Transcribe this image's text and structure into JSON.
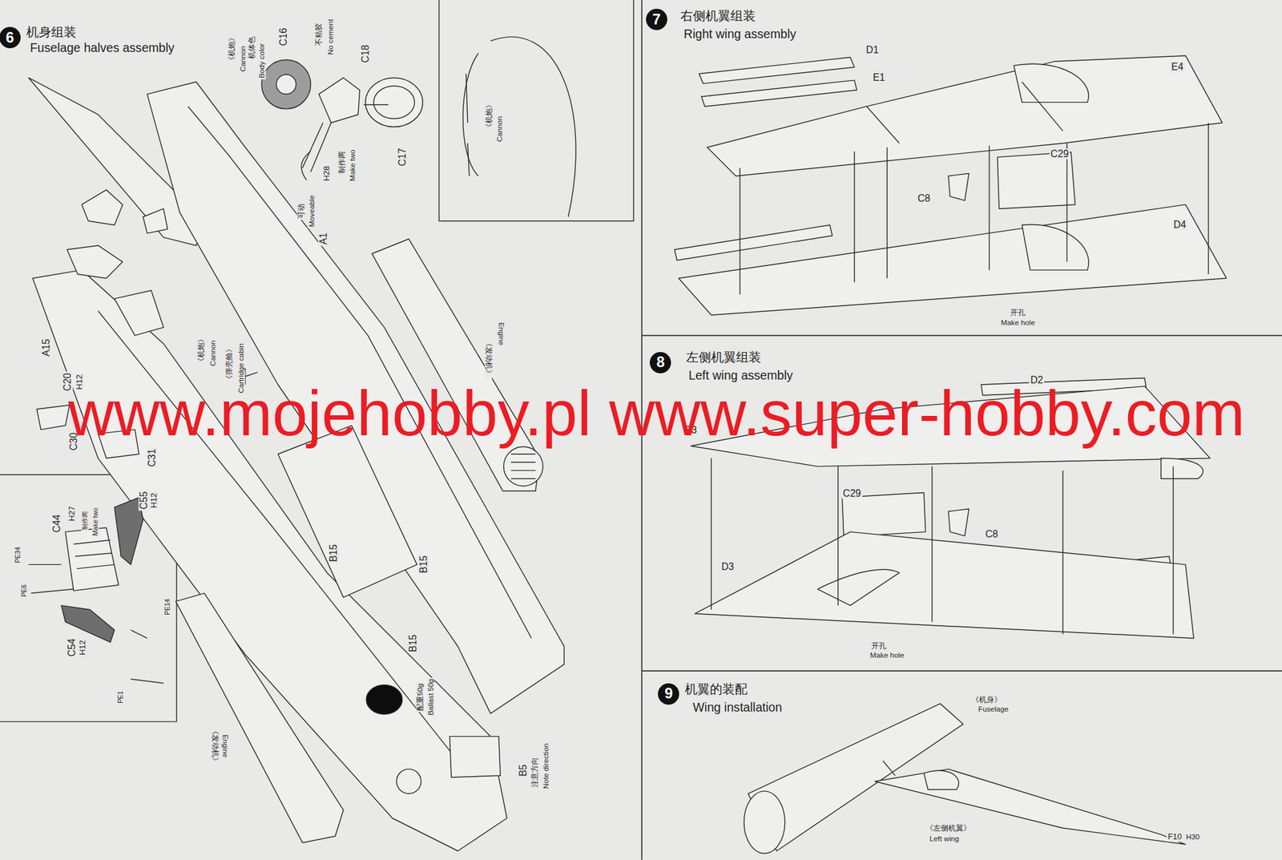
{
  "diagram": {
    "nodes": [
      {
        "text": [
          "6"
        ]
      },
      {
        "text": [
          "7"
        ]
      },
      {
        "text": [
          "8"
        ]
      },
      {
        "text": [
          "9"
        ]
      }
    ],
    "labels": [
      "机身组装",
      "Fuselage halves assembly",
      "C16",
      "《机炮》",
      "Cannon",
      "机体色",
      "Body color",
      "不粘胶",
      "No cement",
      "C18",
      "C17",
      "H28",
      "制作两",
      "Make two",
      "可动",
      "Moveable",
      "A1",
      "A15",
      "C20",
      "H12",
      "《机炮》",
      "Cannon",
      "《弹壳舱》",
      "Cartridge cabin",
      "《发动机》",
      "Engine",
      "C30",
      "C31",
      "C44",
      "H27",
      "制作两",
      "Make two",
      "C55",
      "H12",
      "PE34",
      "PE6",
      "PE14",
      "C54",
      "H12",
      "PE1",
      "B15",
      "B15",
      "B15",
      "配重50g",
      "Ballast 50g",
      "B5",
      "注意方向",
      "Note direction",
      "《发动机》",
      "Engine",
      "《机炮》",
      "Cannon",
      "右侧机翼组装",
      "Right wing assembly",
      "D1",
      "E1",
      "E4",
      "C29",
      "C8",
      "D4",
      "开孔",
      "Make hole",
      "左侧机翼组装",
      "Left wing assembly",
      "D2",
      "E3",
      "C29",
      "C8",
      "D3",
      "开孔",
      "Make hole",
      "机翼的装配",
      "Wing installation",
      "《机身》",
      "Fuselage",
      "《左侧机翼》",
      "Left wing",
      "F10",
      "H30",
      "www.mojehobby.pl www.super-hobby.com"
    ]
  }
}
